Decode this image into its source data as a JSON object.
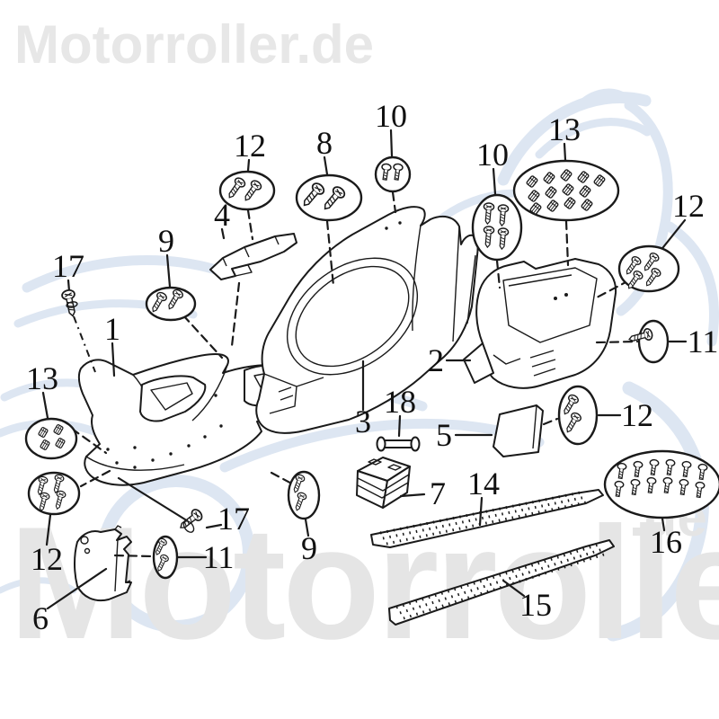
{
  "brand": {
    "logo": "Motorroller.de",
    "watermark_text": "Motorroller",
    "watermark_suffix": ".de"
  },
  "colors": {
    "diagram_line": "#1a1a1a",
    "watermark_gray": "#e6e6e6",
    "watermark_blue": "#dde6f2",
    "background": "#ffffff"
  },
  "diagram": {
    "type": "exploded-parts-diagram",
    "callouts": {
      "top_12": "12",
      "top_8": "8",
      "top_10": "10",
      "right_10": "10",
      "right_13": "13",
      "right_12": "12",
      "left_17": "17",
      "left_9": "9",
      "left_4": "4",
      "left_1": "1",
      "left_13": "13",
      "mid_2": "2",
      "right_11": "11",
      "mid_3": "3",
      "mid_18": "18",
      "mid_5": "5",
      "mid_right_12": "12",
      "mid_7": "7",
      "mid_14": "14",
      "right_16": "16",
      "bottom_left_12": "12",
      "bottom_17": "17",
      "bottom_11": "11",
      "bottom_9": "9",
      "bottom_6": "6",
      "bottom_15": "15"
    }
  }
}
